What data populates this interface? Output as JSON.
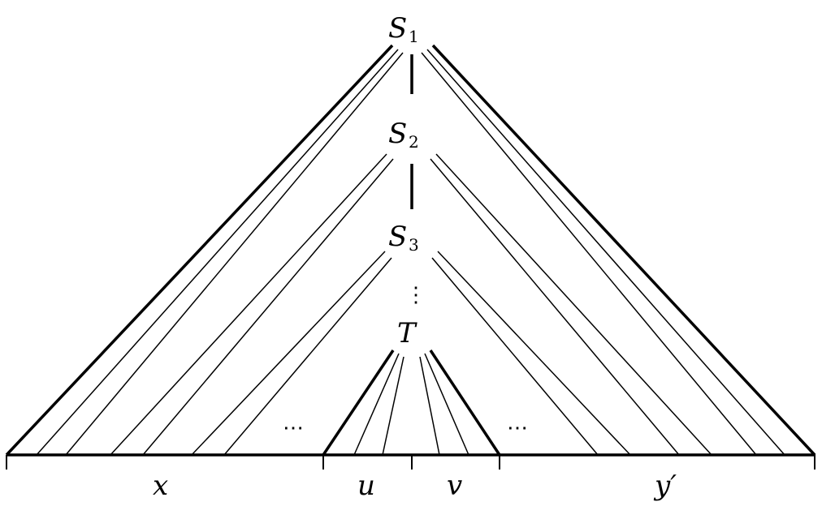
{
  "nodes": {
    "s1": {
      "name": "S",
      "sub": "1"
    },
    "s2": {
      "name": "S",
      "sub": "2"
    },
    "s3": {
      "name": "S",
      "sub": "3"
    },
    "t": {
      "name": "T"
    }
  },
  "vdots": "⋮",
  "hdots": "⋯",
  "segments": {
    "x": "x",
    "u": "u",
    "v": "v",
    "y": "y′"
  }
}
